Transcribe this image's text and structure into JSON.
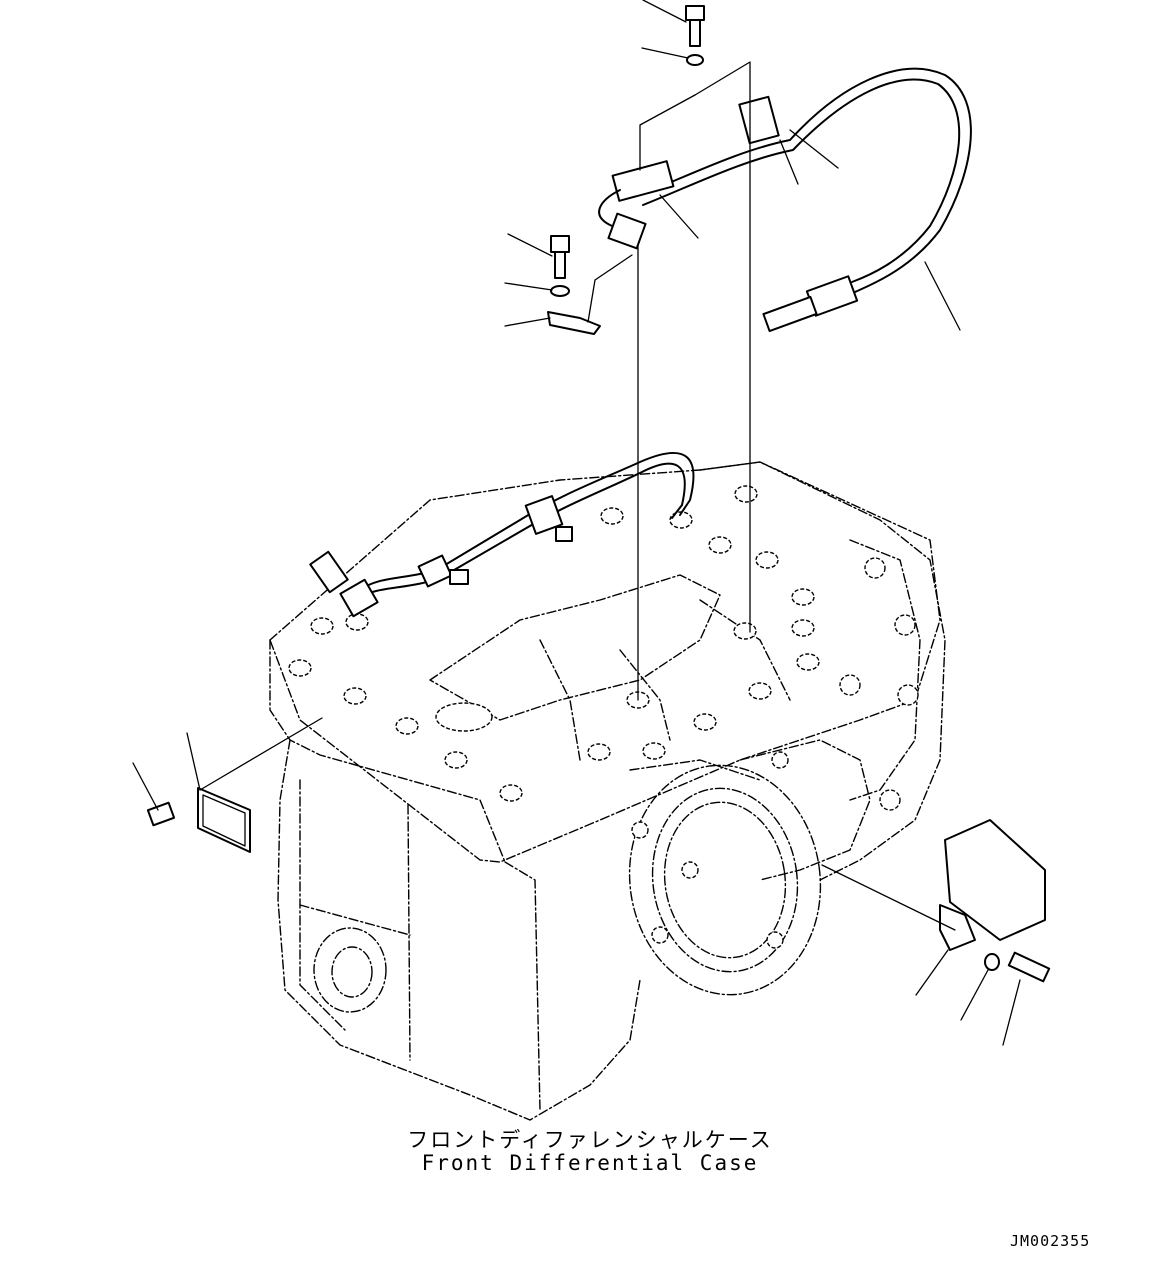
{
  "caption": {
    "japanese": "フロントディファレンシャルケース",
    "english": "Front Differential Case"
  },
  "drawing_number": "JM002355"
}
